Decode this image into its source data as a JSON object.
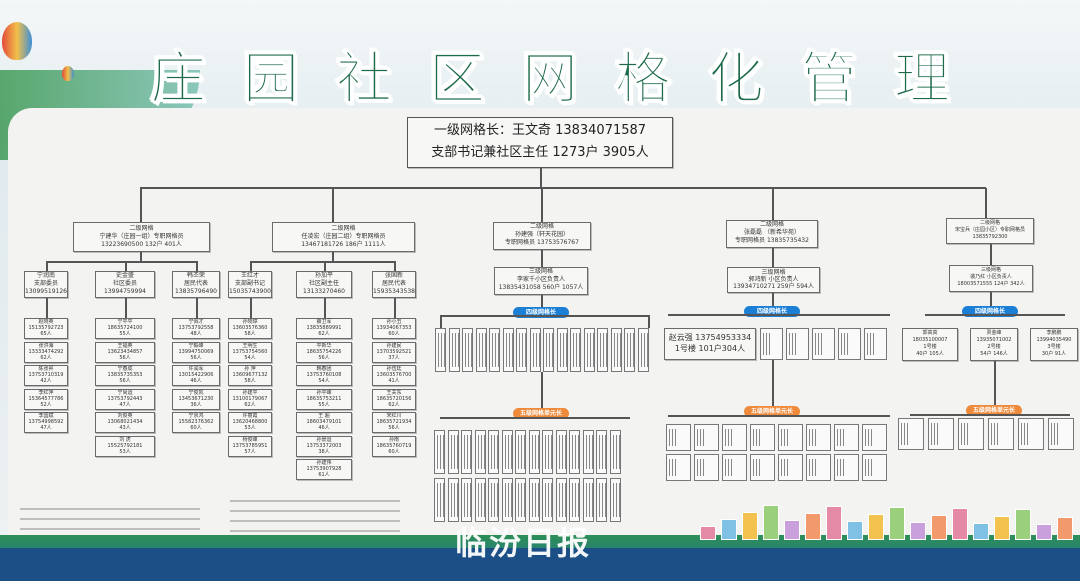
{
  "title": "庄园社区网格化管理",
  "watermark": "临汾日报",
  "level1": {
    "line1": "一级网格长：王文奇  13834071587",
    "line2": "支部书记兼社区主任 1273户  3905人"
  },
  "pills": {
    "level4": "四级网格长",
    "level5": "五级网格单元长"
  },
  "colors": {
    "title": "#1d6b4a",
    "level4_pill": "#1c7fd6",
    "level5_pill": "#ee8a3a"
  },
  "grids": [
    {
      "l1": "二级网格",
      "l2": "宁建华（庄园一组）专职网格员",
      "l3": "13223690500  132户  401人",
      "members": [
        {
          "name": "宁润南",
          "role": "支部委员",
          "phone": "13099519126",
          "leaves": [
            [
              "赵晓英",
              "15135792723",
              "65人"
            ],
            [
              "张洪海",
              "13333474292",
              "62人"
            ],
            [
              "陈张昇",
              "13753710319",
              "42人"
            ],
            [
              "李红萍",
              "15364577786",
              "52人"
            ],
            [
              "李国斌",
              "13754998592",
              "47人"
            ]
          ]
        },
        {
          "name": "史金盛",
          "role": "社区委员",
          "phone": "13994759994",
          "leaves": [
            [
              "宁平平",
              "18635724100",
              "55人"
            ],
            [
              "王福英",
              "13623434857",
              "56人"
            ],
            [
              "宁春成",
              "13835735353",
              "56人"
            ],
            [
              "宁尚运",
              "13753792443",
              "47人"
            ],
            [
              "刘俊英",
              "13068021434",
              "43人"
            ],
            [
              "刘  虎",
              "15525792181",
              "53人"
            ]
          ]
        },
        {
          "name": "韩丕荣",
          "role": "居民代表",
          "phone": "13835796490",
          "leaves": [
            [
              "宁佩才",
              "13753792558",
              "48人"
            ],
            [
              "宁毅峰",
              "13994750069",
              "56人"
            ],
            [
              "许润军",
              "13015422906",
              "46人"
            ],
            [
              "宁俊凯",
              "13453671230",
              "36人"
            ],
            [
              "宁京鸿",
              "15582376362",
              "60人"
            ]
          ]
        }
      ]
    },
    {
      "l1": "二级网格",
      "l2": "任凌宏（庄园二组）专职网格员",
      "l3": "13467181726  186户  1111人",
      "members": [
        {
          "name": "王红才",
          "role": "支部副书记",
          "phone": "15035743900",
          "leaves": [
            [
              "孙晓璋",
              "13603576360",
              "58人"
            ],
            [
              "王明生",
              "13753754560",
              "54人"
            ],
            [
              "孙  萍",
              "13609677132",
              "58人"
            ],
            [
              "孙建平",
              "13100179067",
              "62人"
            ],
            [
              "许丽霞",
              "13620468800",
              "53人"
            ],
            [
              "杨俊峰",
              "13753785951",
              "57人"
            ]
          ]
        },
        {
          "name": "孙加平",
          "role": "社区副主任",
          "phone": "13133270460",
          "leaves": [
            [
              "薛卫军",
              "13835889991",
              "62人"
            ],
            [
              "平新华",
              "18635754226",
              "56人"
            ],
            [
              "韩春团",
              "13753760108",
              "54人"
            ],
            [
              "孙平峰",
              "18635753211",
              "55人"
            ],
            [
              "王  超",
              "18603479101",
              "46人"
            ],
            [
              "孙景运",
              "13753372003",
              "38人"
            ],
            [
              "孙建伟",
              "13753907928",
              "61人"
            ]
          ]
        },
        {
          "name": "张国新",
          "role": "居民代表",
          "phone": "15935343538",
          "leaves": [
            [
              "孙小丑",
              "13934067353",
              "60人"
            ],
            [
              "孙建民",
              "13703592521",
              "37人"
            ],
            [
              "孙伍廷",
              "13603576700",
              "41人"
            ],
            [
              "王关东",
              "18635720156",
              "62人"
            ],
            [
              "宋红川",
              "18635721934",
              "56人"
            ],
            [
              "孙南",
              "18635760719",
              "60人"
            ]
          ]
        }
      ]
    },
    {
      "l1": "二级网格",
      "l2": "孙建强（轩天花园）",
      "l3": "专职网格员  13753576767",
      "sub": {
        "l1": "三级网格",
        "l2": "李家千小区负责人",
        "l3": "13835431058  560户  1057人"
      }
    },
    {
      "l1": "二级网格",
      "l2": "张磊磊 （新希华苑）",
      "l3": "专职网格员  13835735432",
      "sub": {
        "l1": "三级网格",
        "l2": "郭鸿新  小区负责人",
        "l3": "13934710271  259户  594人"
      },
      "big": {
        "l1": "赵云强  13754953334",
        "l2": "1号楼  101户304人"
      }
    },
    {
      "l1": "二级网格",
      "l2": "宋宝兵（庄园小区）专职网格员",
      "l3": "13835792300",
      "sub": {
        "l1": "三级网格",
        "l2": "裴乃红  小区负责人",
        "l3": "18003571555  124户  342人"
      },
      "blocks": [
        [
          "郭高高",
          "18035100007",
          "1号楼",
          "40户 105人"
        ],
        [
          "贾金峰",
          "13935071002",
          "2号楼",
          "54户 146人"
        ],
        [
          "李鹏鹏",
          "13994035490",
          "3号楼",
          "30户 91人"
        ]
      ]
    }
  ]
}
